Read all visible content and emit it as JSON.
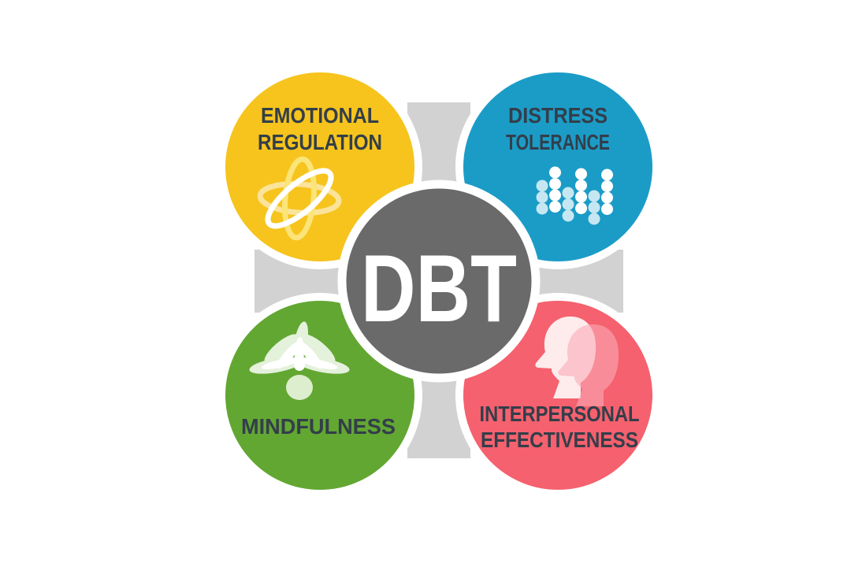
{
  "diagram": {
    "name": "DBT skills diagram",
    "background": "#FFFFFF",
    "connector_color": "#D2D2D2",
    "label_color": "#333E4A",
    "center": {
      "label": "DBT",
      "color": "#6A6A6A",
      "text_color": "#FFFFFF",
      "ring_color": "#FFFFFF"
    },
    "nodes": [
      {
        "id": "emotional-regulation",
        "line1": "EMOTIONAL",
        "line2": "REGULATION",
        "color": "#F6C41D",
        "icon": "atom-icon",
        "position": "top-left"
      },
      {
        "id": "distress-tolerance",
        "line1": "DISTRESS",
        "line2": "TOLERANCE",
        "color": "#1B9CC7",
        "icon": "dots-wave-icon",
        "position": "top-right"
      },
      {
        "id": "mindfulness",
        "line1": "MINDFULNESS",
        "color": "#62A732",
        "icon": "lotus-icon",
        "position": "bottom-left"
      },
      {
        "id": "interpersonal-effectiveness",
        "line1": "INTERPERSONAL",
        "line2": "EFFECTIVENESS",
        "color": "#F5616E",
        "icon": "profile-heads-icon",
        "position": "bottom-right"
      }
    ],
    "icon_colors": {
      "atom_ring_yellow": "#FBE478",
      "atom_ring_white": "#FFFFFF",
      "dots_white": "#FFFFFF",
      "dots_light_blue": "#C6E7F2",
      "lotus_pale_green": "#E4F1DB",
      "lotus_white": "#FFFFFF",
      "heads_front": "rgba(255,255,255,0.88)",
      "heads_back": "rgba(250,170,182,0.60)"
    }
  }
}
